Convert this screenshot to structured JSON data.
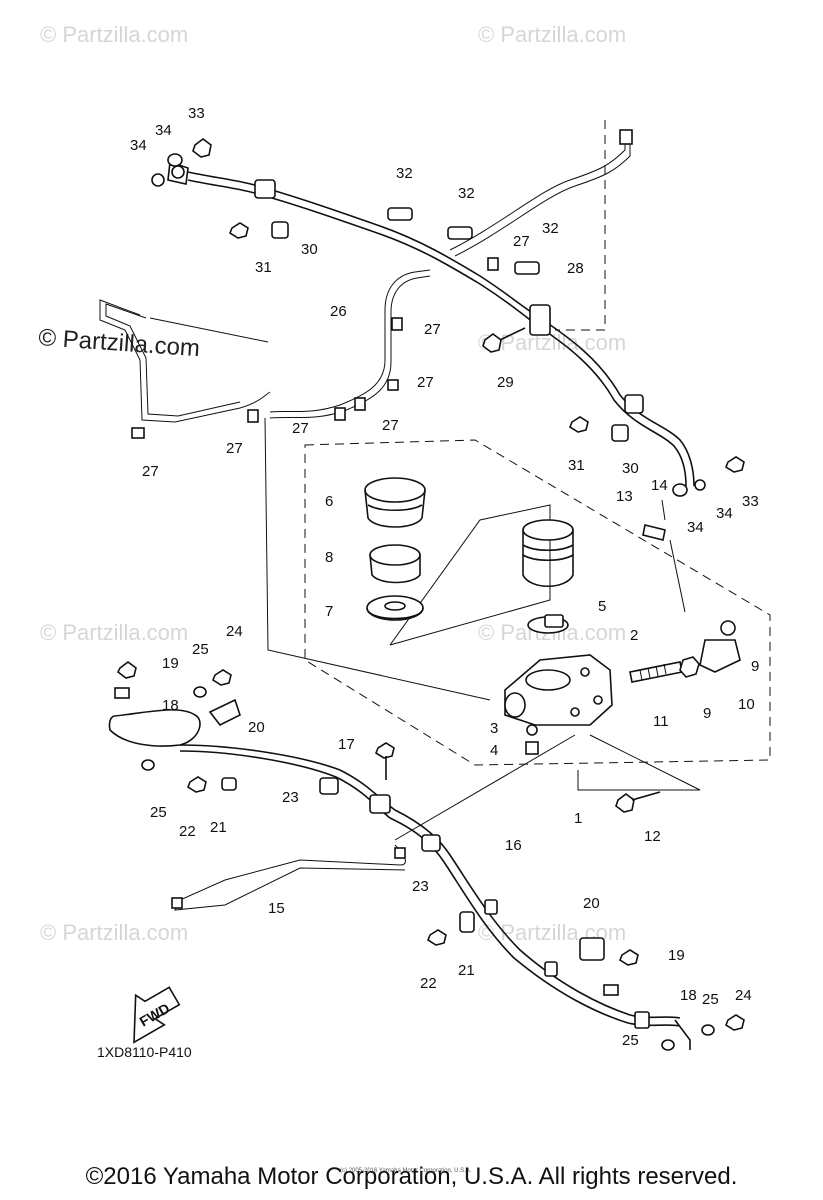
{
  "watermarks": {
    "top_left": "© Partzilla.com",
    "top_right": "© Partzilla.com",
    "left_strong": "© Partzilla.com",
    "right_mid": "© Partzilla.com",
    "mid_left": "© Partzilla.com",
    "mid_right": "© Partzilla.com",
    "lower_left": "© Partzilla.com",
    "lower_right": "© Partzilla.com"
  },
  "reference_code": "1XD8110-P410",
  "fwd_label": "FWD",
  "small_print": "(c) 2005-2016 Yamaha Motor Corporation, U.S.A.",
  "copyright": "©2016 Yamaha Motor Corporation, U.S.A. All rights reserved.",
  "callouts": {
    "c33a": "33",
    "c34a": "34",
    "c34b": "34",
    "c32a": "32",
    "c32b": "32",
    "c32c": "32",
    "c27a": "27",
    "c28": "28",
    "c30a": "30",
    "c31a": "31",
    "c26": "26",
    "c27b": "27",
    "c27c": "27",
    "c29": "29",
    "c27d": "27",
    "c27e": "27",
    "c27f": "27",
    "c27g": "27",
    "c31b": "31",
    "c30b": "30",
    "c14": "14",
    "c13": "13",
    "c34c": "34",
    "c34d": "34",
    "c33b": "33",
    "c6": "6",
    "c8": "8",
    "c7": "7",
    "c5": "5",
    "c2": "2",
    "c9a": "9",
    "c9b": "9",
    "c10": "10",
    "c11": "11",
    "c3": "3",
    "c4": "4",
    "c1": "1",
    "c12": "12",
    "c24a": "24",
    "c25a": "25",
    "c19a": "19",
    "c18a": "18",
    "c20a": "20",
    "c17": "17",
    "c25b": "25",
    "c22a": "22",
    "c21a": "21",
    "c23a": "23",
    "c16": "16",
    "c23b": "23",
    "c15": "15",
    "c20b": "20",
    "c19b": "19",
    "c22b": "22",
    "c21b": "21",
    "c18b": "18",
    "c25c": "25",
    "c24b": "24",
    "c25d": "25"
  }
}
